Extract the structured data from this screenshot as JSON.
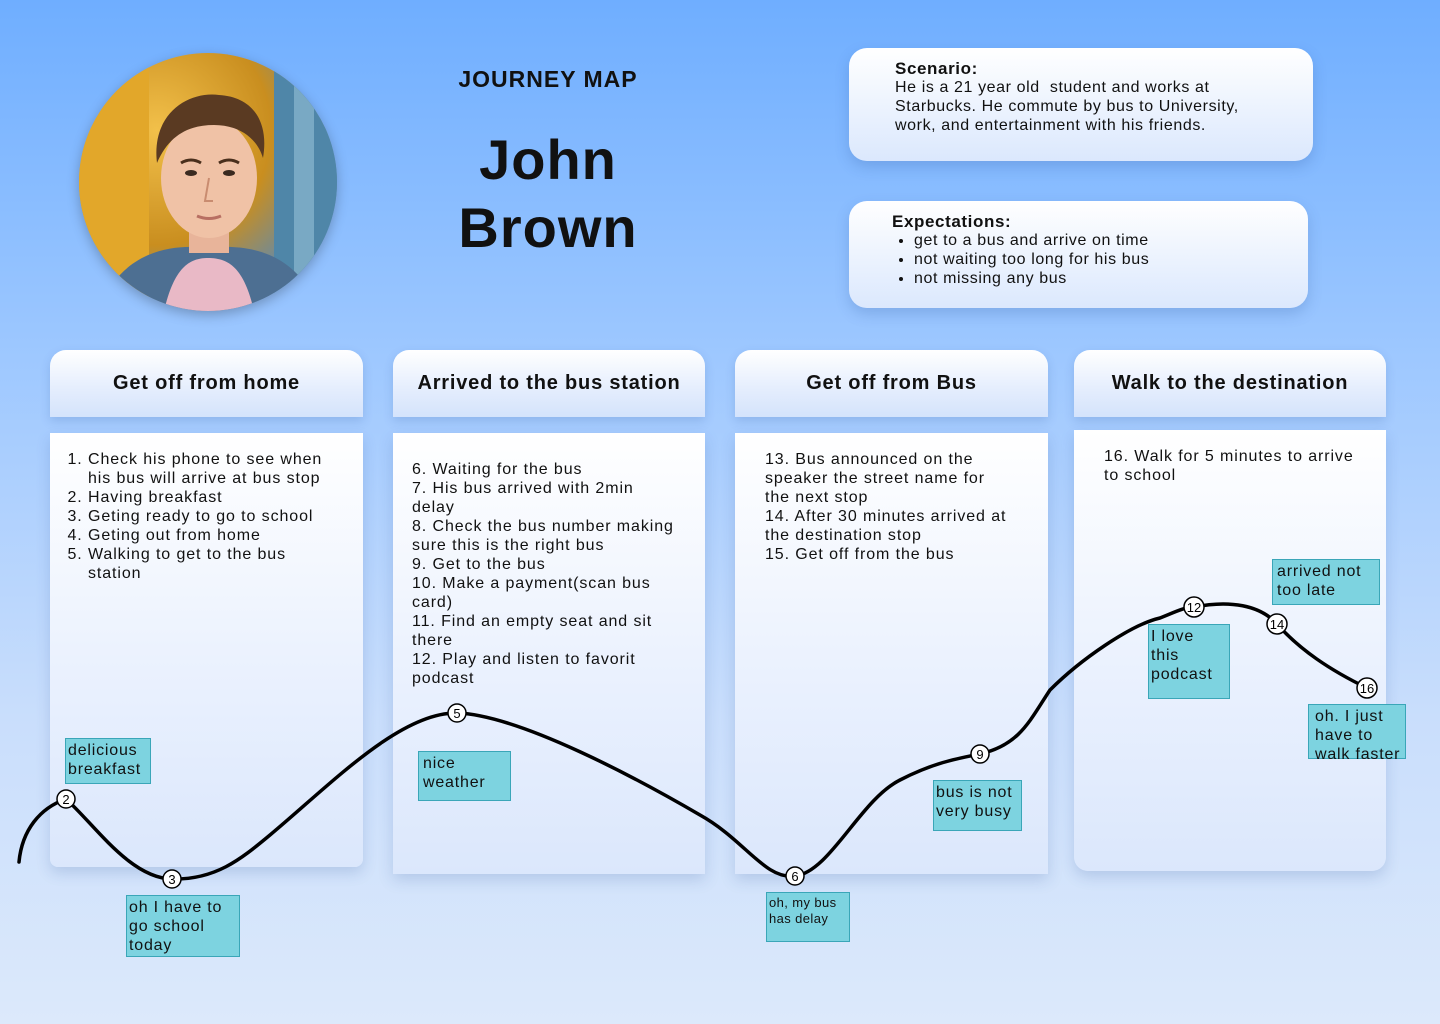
{
  "header": {
    "label": "JOURNEY MAP",
    "name_line1": "John",
    "name_line2": "Brown"
  },
  "scenario": {
    "title": "Scenario:",
    "lines": [
      "He is a 21 year old  student and works at",
      "Starbucks. He commute by bus to University,",
      "work, and entertainment with his friends."
    ]
  },
  "expectations": {
    "title": "Expectations:",
    "items": [
      "get to a bus and arrive on time",
      "not waiting too long for his bus",
      "not missing any bus"
    ]
  },
  "stages": [
    {
      "title": "Get off from home",
      "steps": [
        "Check his phone to see when his bus will arrive at bus stop",
        "Having breakfast",
        "Geting ready to go to school",
        "Geting out from home",
        "Walking to get to the bus station"
      ]
    },
    {
      "title": "Arrived to the bus station",
      "lines": [
        "6. Waiting for the bus",
        "7. His bus arrived with 2min",
        "delay",
        "8. Check the bus number making",
        "sure this is the right bus",
        "9. Get to the bus",
        "10. Make a payment(scan bus",
        "card)",
        "11. Find an empty seat and sit",
        "there",
        "12. Play and listen to favorit",
        "podcast"
      ]
    },
    {
      "title": "Get off from Bus",
      "lines": [
        "13. Bus announced on the",
        "speaker the street name for",
        "the next stop",
        "14. After 30 minutes arrived at",
        "the destination stop",
        "15. Get off from the bus"
      ]
    },
    {
      "title": "Walk to the destination",
      "lines": [
        "16. Walk for 5 minutes to arrive",
        "to school"
      ]
    }
  ],
  "markers": [
    "2",
    "3",
    "5",
    "6",
    "9",
    "12",
    "14",
    "16"
  ],
  "notes": {
    "breakfast": "delicious breakfast",
    "school": "oh I have to go school today",
    "weather": "nice weather",
    "delay": "oh, my bus has delay",
    "busy": "bus is not very busy",
    "podcast": "I love this podcast",
    "late": "arrived not too late",
    "faster": "oh. I just have to walk faster"
  },
  "colors": {
    "note_fill": "#7dd3e0",
    "curve": "#000000",
    "bg_top": "#6faeff",
    "bg_bottom": "#dce9fb"
  },
  "icons": {
    "avatar": "person-photo"
  }
}
